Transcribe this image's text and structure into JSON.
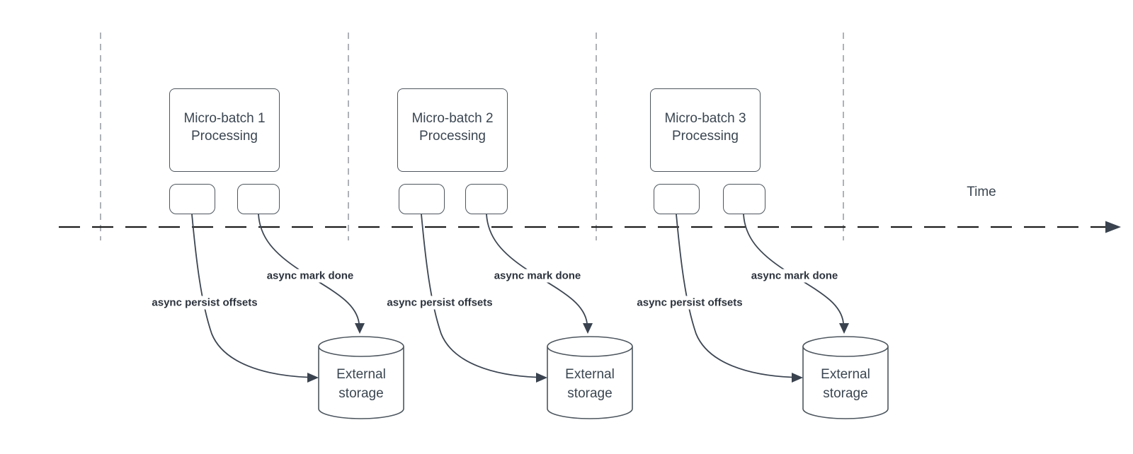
{
  "timeline": {
    "label": "Time"
  },
  "groups": [
    {
      "box_line1": "Micro-batch 1",
      "box_line2": "Processing",
      "persist_label": "async persist offsets",
      "mark_done_label": "async mark done",
      "storage_line1": "External",
      "storage_line2": "storage"
    },
    {
      "box_line1": "Micro-batch 2",
      "box_line2": "Processing",
      "persist_label": "async persist offsets",
      "mark_done_label": "async mark done",
      "storage_line1": "External",
      "storage_line2": "storage"
    },
    {
      "box_line1": "Micro-batch 3",
      "box_line2": "Processing",
      "persist_label": "async persist offsets",
      "mark_done_label": "async mark done",
      "storage_line1": "External",
      "storage_line2": "storage"
    }
  ],
  "colors": {
    "background": "#ffffff",
    "shape_stroke": "#4d565e",
    "curve_stroke": "#3d4653",
    "arrow_fill": "#39424e",
    "box_text": "#3b4651",
    "bold_label_text": "#2c333d",
    "timeline_stroke": "#1e1e1e",
    "guide_stroke": "#9aa0a6"
  }
}
